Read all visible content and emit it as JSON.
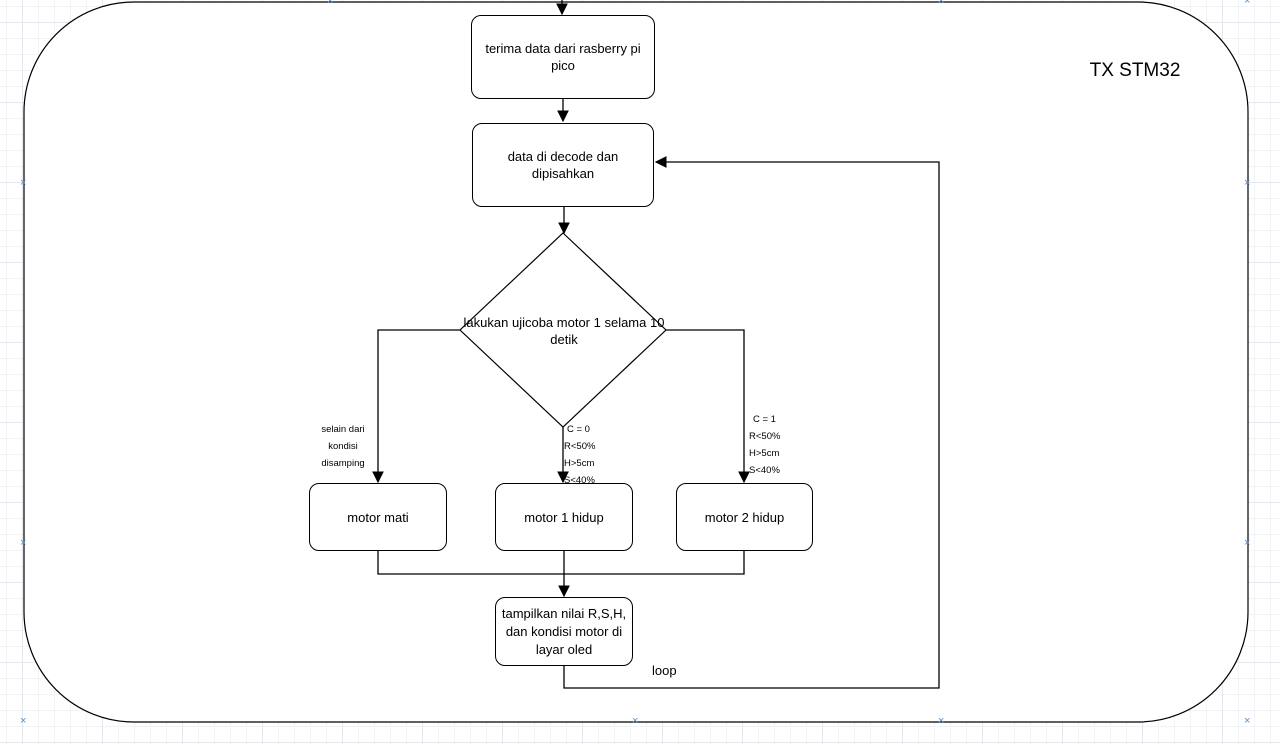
{
  "diagram": {
    "title": "TX STM32",
    "nodes": {
      "receive": "terima data dari rasberry pi pico",
      "decode": "data di decode dan dipisahkan",
      "decision": "lakukan ujicoba motor 1 selama 10 detik",
      "motor_off": "motor mati",
      "motor1_on": "motor 1 hidup",
      "motor2_on": "motor 2 hidup",
      "display": "tampilkan nilai R,S,H, dan kondisi motor di layar oled"
    },
    "edge_labels": {
      "left_line1": "selain dari",
      "left_line2": "kondisi",
      "left_line3": "disamping",
      "mid_line1": "C = 0",
      "mid_line2": "R<50%",
      "mid_line3": "H>5cm",
      "mid_line4": "S<40%",
      "right_line1": "C = 1",
      "right_line2": "R<50%",
      "right_line3": "H>5cm",
      "right_line4": "S<40%",
      "loop": "loop"
    }
  },
  "colors": {
    "stroke": "#000000",
    "grid_marker": "#4a90d9"
  }
}
